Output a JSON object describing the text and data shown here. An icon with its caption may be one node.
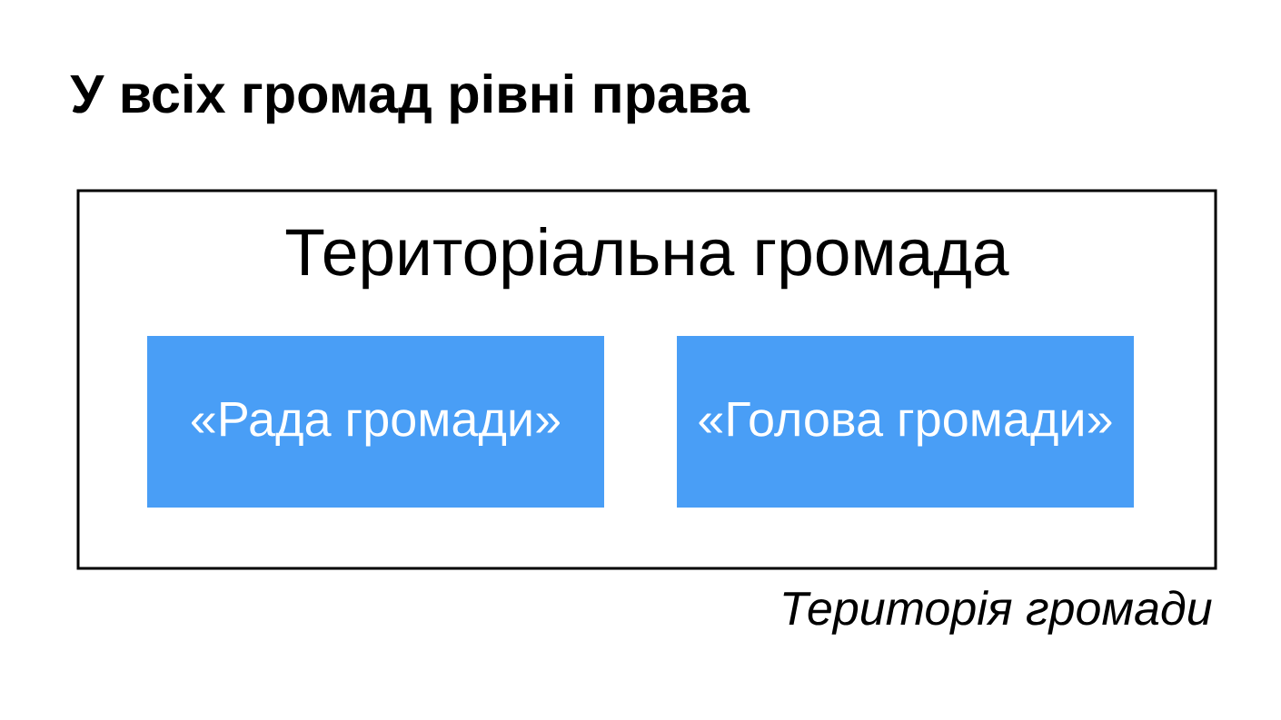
{
  "diagram": {
    "title": "У всіх громад рівні права",
    "nodes": [
      {
        "text": [
          "Територіальна громада"
        ],
        "beside": [
          "Територія громади"
        ]
      },
      {
        "text": [
          "«Рада громади»"
        ],
        "in": 0
      },
      {
        "text": [
          "«Голова громади»"
        ],
        "in": 0
      }
    ]
  }
}
